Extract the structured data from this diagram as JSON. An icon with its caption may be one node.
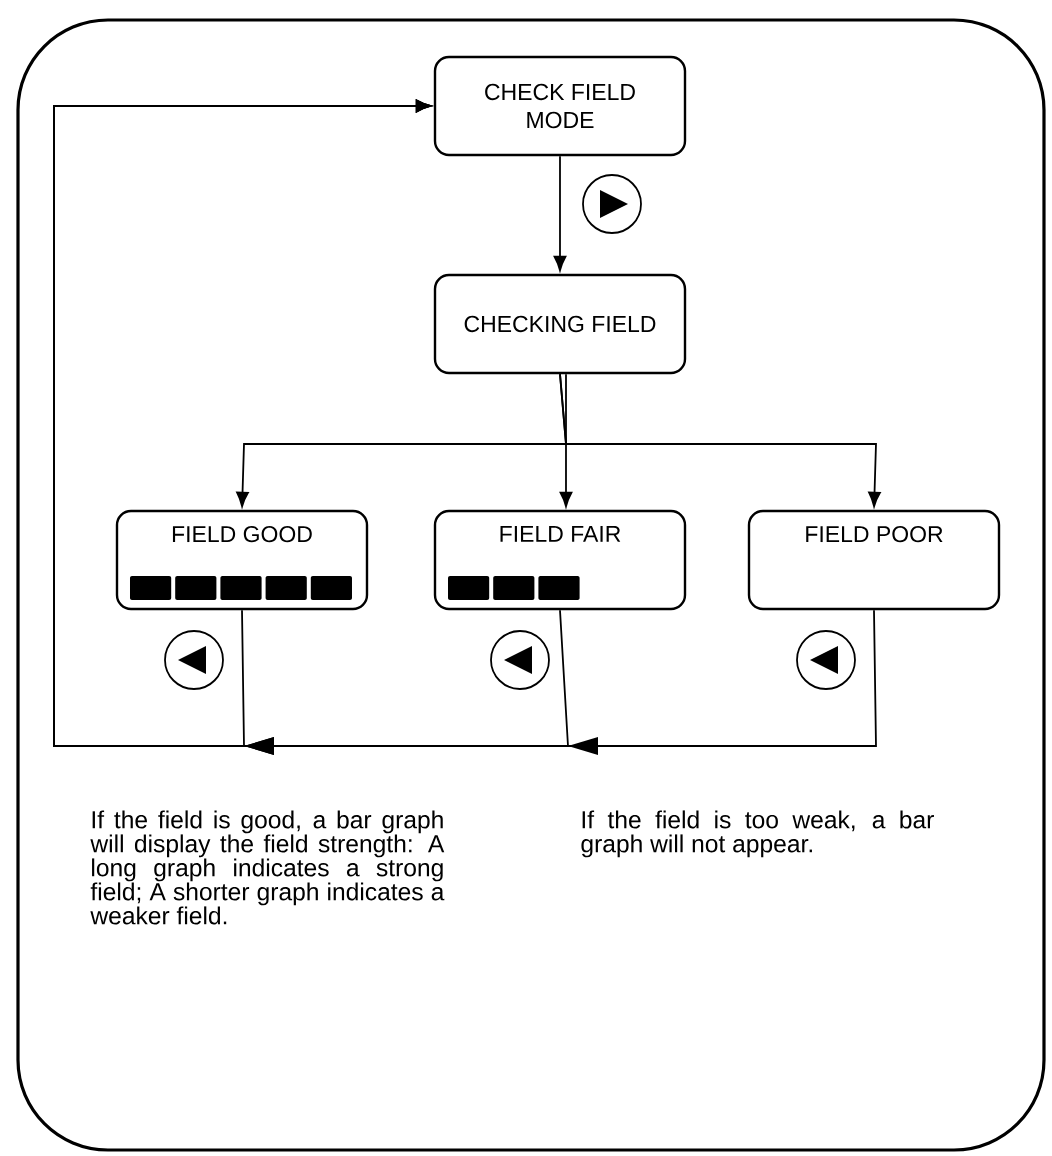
{
  "diagram": {
    "nodes": [
      {
        "text": [
          "CHECK FIELD MODE"
        ]
      },
      {
        "text": [
          "CHECKING FIELD"
        ]
      },
      {
        "text": [
          "FIELD GOOD"
        ]
      },
      {
        "text": [
          "FIELD FAIR"
        ]
      },
      {
        "text": [
          "FIELD POOR"
        ]
      }
    ],
    "edges": [
      {
        "from": 0,
        "to": 1,
        "arrow": "to"
      },
      {
        "from": 1,
        "to": 2,
        "arrow": "to"
      },
      {
        "from": 1,
        "to": 3,
        "arrow": "to"
      },
      {
        "from": 1,
        "to": 4,
        "arrow": "to"
      },
      {
        "from": 2,
        "to": 0,
        "arrow": "to"
      },
      {
        "from": 3,
        "to": 0,
        "arrow": "to"
      },
      {
        "from": 4,
        "to": 0,
        "arrow": "to"
      }
    ],
    "labels": [
      "If the field is good, a bar graph will display the field strength: A long graph indicates a strong field; A shorter graph indicates a weaker field.",
      "If the field is too weak, a bar graph will not appear."
    ]
  }
}
